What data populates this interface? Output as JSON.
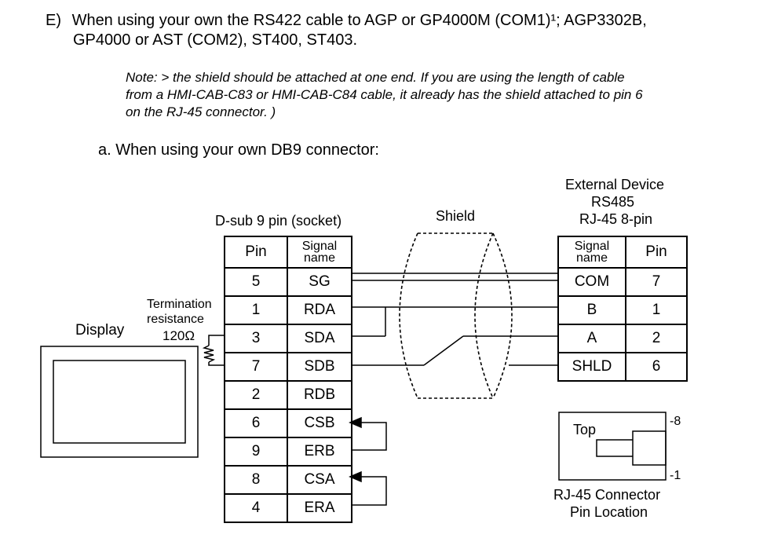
{
  "heading": {
    "prefix": "E)",
    "line1": "When using your own the RS422 cable to AGP or GP4000M (COM1)¹; AGP3302B,",
    "line2": "GP4000 or AST (COM2), ST400, ST403."
  },
  "note": {
    "line1": "Note: > the shield should be attached at one end.  If you are using the length of cable",
    "line2": "from a HMI-CAB-C83 or HMI-CAB-C84 cable, it already has the shield attached to pin 6",
    "line3": "on the RJ-45 connector. )"
  },
  "subheading": "a.  When using your own DB9 connector:",
  "left_device": {
    "label": "Display",
    "connector_title": "D-sub 9 pin (socket)",
    "termination_line1": "Termination",
    "termination_line2": "resistance",
    "termination_value": "120Ω",
    "header_pin": "Pin",
    "header_signal_line1": "Signal",
    "header_signal_line2": "name",
    "rows": [
      {
        "pin": "5",
        "signal": "SG"
      },
      {
        "pin": "1",
        "signal": "RDA"
      },
      {
        "pin": "3",
        "signal": "SDA"
      },
      {
        "pin": "7",
        "signal": "SDB"
      },
      {
        "pin": "2",
        "signal": "RDB"
      },
      {
        "pin": "6",
        "signal": "CSB"
      },
      {
        "pin": "9",
        "signal": "ERB"
      },
      {
        "pin": "8",
        "signal": "CSA"
      },
      {
        "pin": "4",
        "signal": "ERA"
      }
    ]
  },
  "shield_label": "Shield",
  "right_device": {
    "title_line1": "External Device",
    "title_line2": "RS485",
    "title_line3": "RJ-45 8-pin",
    "header_signal_line1": "Signal",
    "header_signal_line2": "name",
    "header_pin": "Pin",
    "rows": [
      {
        "signal": "COM",
        "pin": "7"
      },
      {
        "signal": "B",
        "pin": "1"
      },
      {
        "signal": "A",
        "pin": "2"
      },
      {
        "signal": "SHLD",
        "pin": "6"
      }
    ]
  },
  "connector_inset": {
    "top_label": "Top",
    "pin_high": "-8",
    "pin_low": "-1",
    "caption_line1": "RJ-45 Connector",
    "caption_line2": "Pin Location"
  }
}
